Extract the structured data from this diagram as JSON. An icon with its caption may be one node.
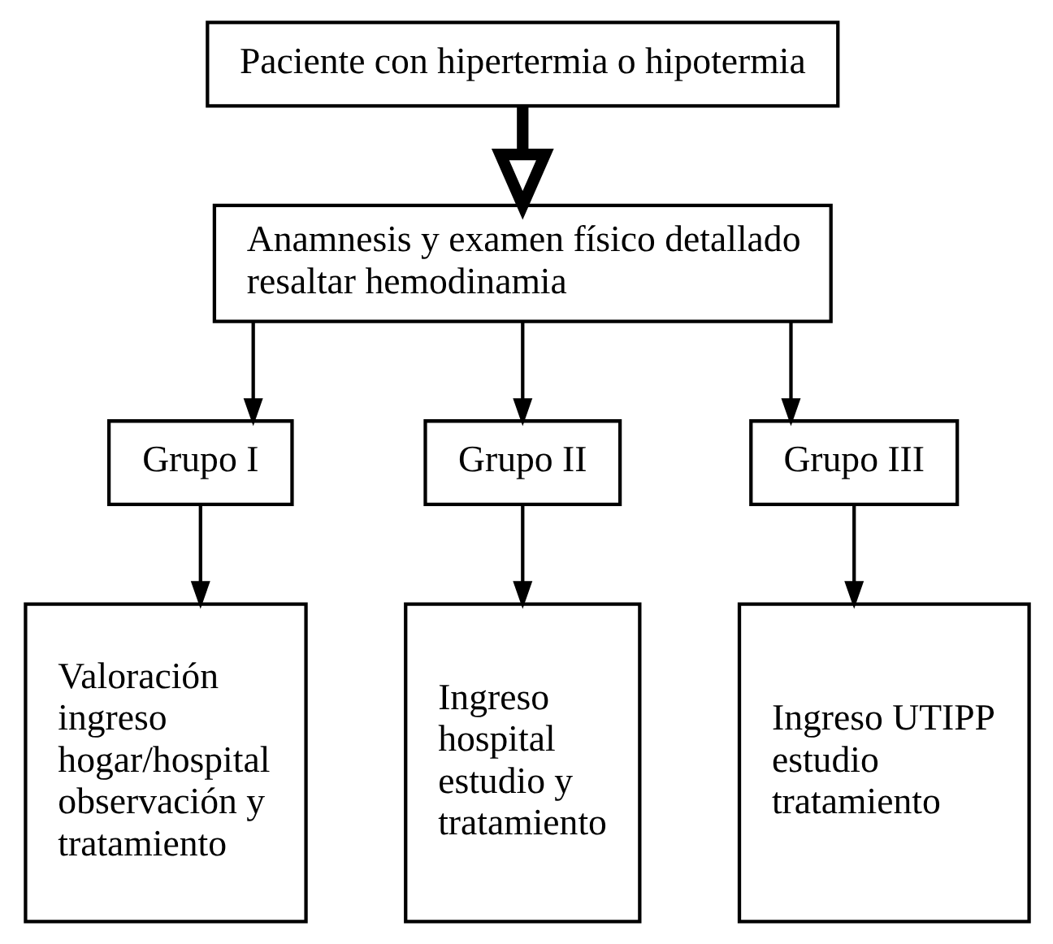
{
  "diagram": {
    "nodes": [
      {
        "text": [
          "Paciente con hipertermia o hipotermia"
        ]
      },
      {
        "text": [
          "Anamnesis y examen físico detallado resaltar hemodinamia"
        ]
      },
      {
        "text": [
          "Grupo I"
        ]
      },
      {
        "text": [
          "Grupo II"
        ]
      },
      {
        "text": [
          "Grupo III"
        ]
      },
      {
        "text": [
          "Valoración ingreso hogar/hospital observación y tratamiento"
        ]
      },
      {
        "text": [
          "Ingreso hospital estudio y tratamiento"
        ]
      },
      {
        "text": [
          "Ingreso UTIPP estudio tratamiento"
        ]
      }
    ],
    "edges": [
      {
        "from": 0,
        "to": 1,
        "arrow": "to",
        "style": "thick"
      },
      {
        "from": 1,
        "to": 2,
        "arrow": "to"
      },
      {
        "from": 1,
        "to": 3,
        "arrow": "to"
      },
      {
        "from": 1,
        "to": 4,
        "arrow": "to"
      },
      {
        "from": 2,
        "to": 5,
        "arrow": "to"
      },
      {
        "from": 3,
        "to": 6,
        "arrow": "to"
      },
      {
        "from": 4,
        "to": 7,
        "arrow": "to"
      }
    ]
  }
}
